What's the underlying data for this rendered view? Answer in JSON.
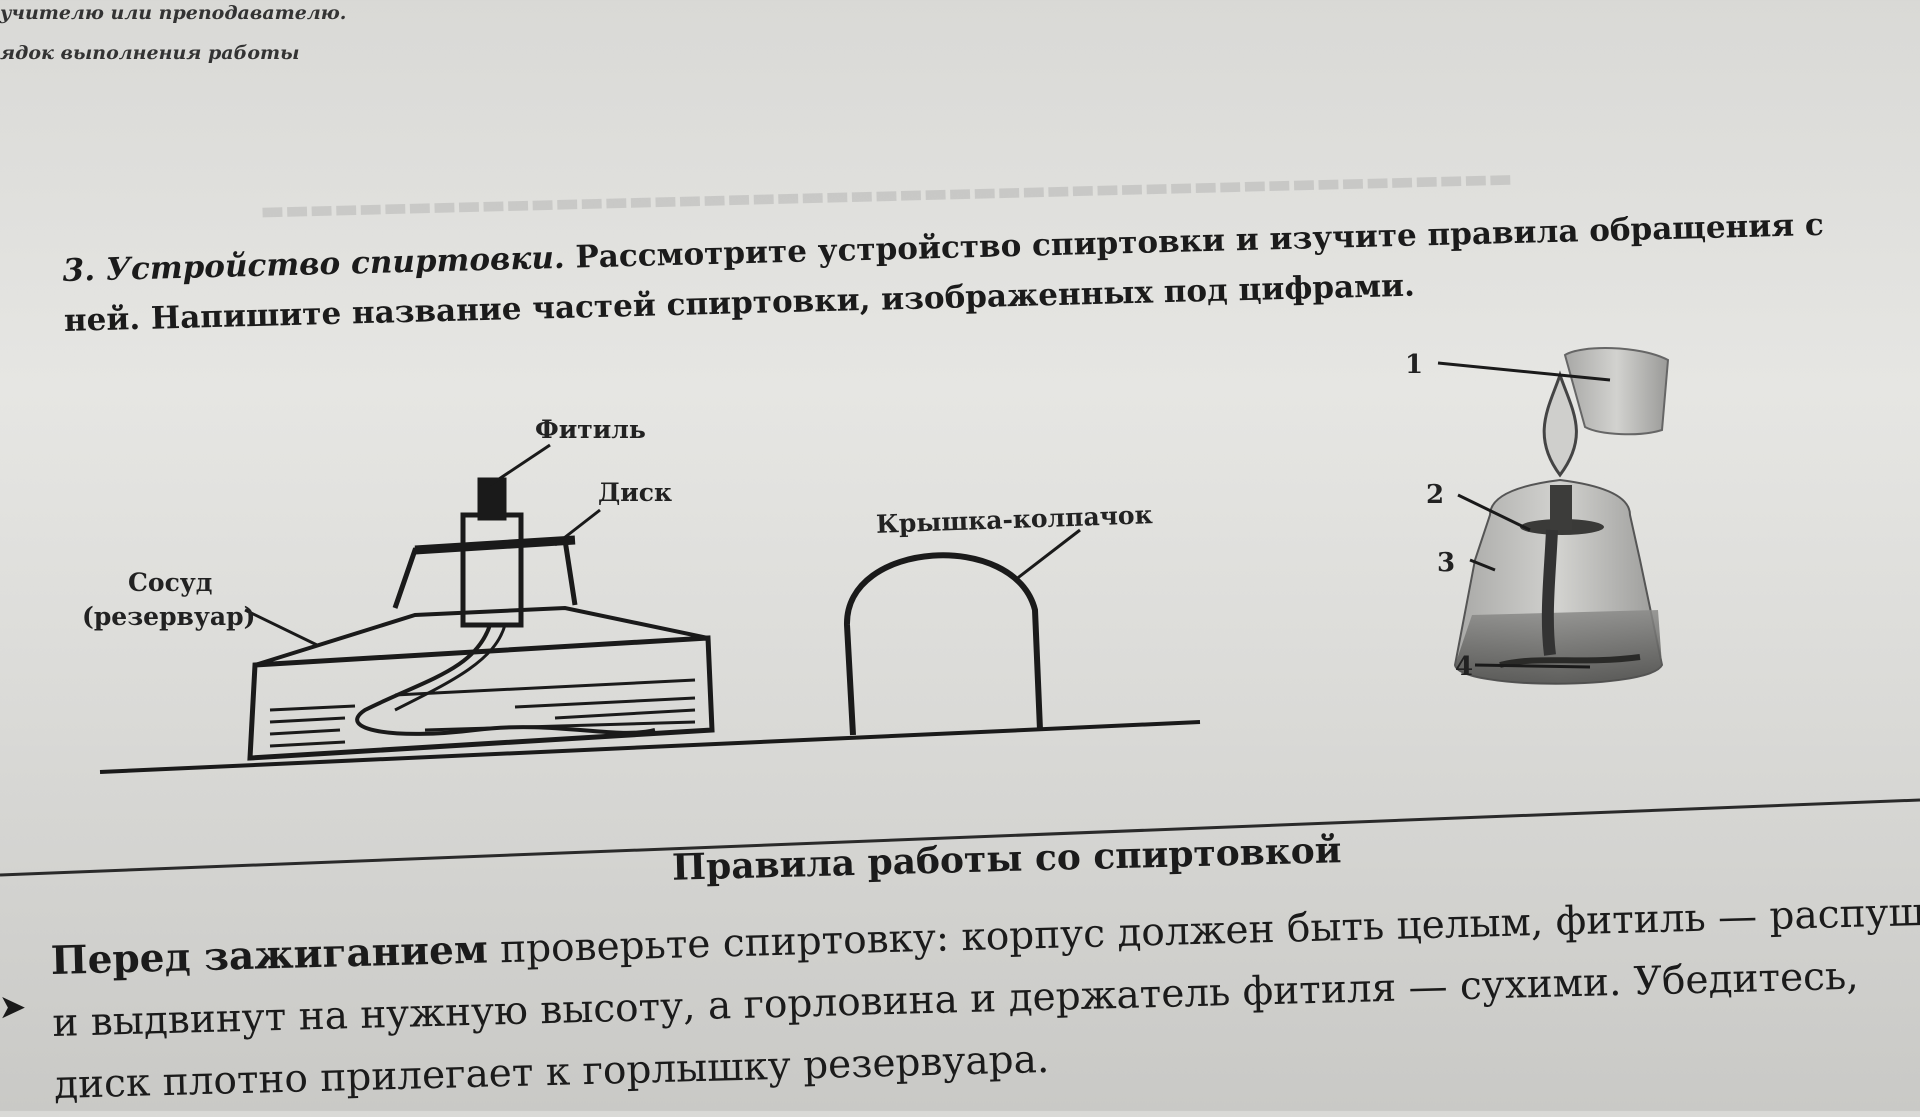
{
  "header": {
    "line1": "учителю или преподавателю.",
    "line2": "ядок выполнения работы"
  },
  "task": {
    "number_title": "3. Устройство спиртовки.",
    "text": "Рассмотрите устройство спиртовки и изучите правила обращения с ней. Напишите название частей спиртовки, изображенных под цифрами."
  },
  "diagram_left": {
    "wick": "Фитиль",
    "disk": "Диск",
    "vessel_line1": "Сосуд",
    "vessel_line2": "(резервуар)",
    "cap": "Крышка-колпачок"
  },
  "diagram_right": {
    "labels": [
      "1",
      "2",
      "3",
      "4"
    ]
  },
  "rules": {
    "title": "Правила работы со спиртовкой",
    "lead": "Перед зажиганием",
    "text": " проверьте спиртовку: корпус должен быть целым, фитиль — распуш и выдвинут на нужную высоту, а горловина и держатель фитиля — сухими. Убедитесь, диск плотно прилегает к горлышку резервуара."
  }
}
